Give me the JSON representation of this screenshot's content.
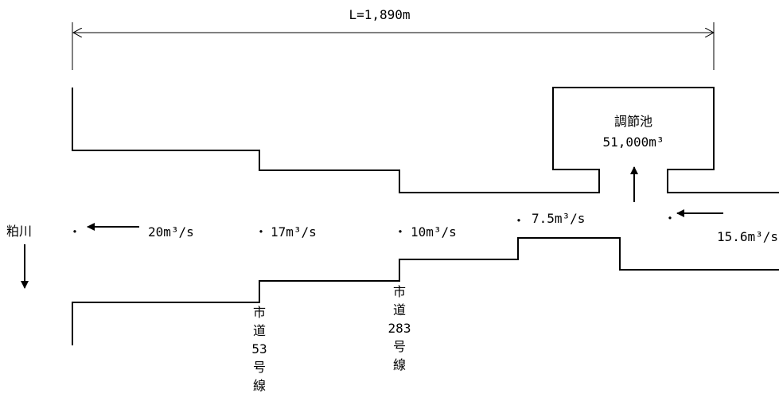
{
  "length_label": "L=1,890m",
  "river_name": "粕川",
  "pond": {
    "name": "調節池",
    "volume": "51,000m³"
  },
  "flows": [
    "20m³/s",
    "17m³/s",
    "10m³/s",
    "7.5m³/s",
    "15.6m³/s"
  ],
  "road_53": [
    "市",
    "道",
    "53",
    "号",
    "線"
  ],
  "road_283": [
    "市",
    "道",
    "283",
    "号",
    "線"
  ],
  "dot": "・"
}
